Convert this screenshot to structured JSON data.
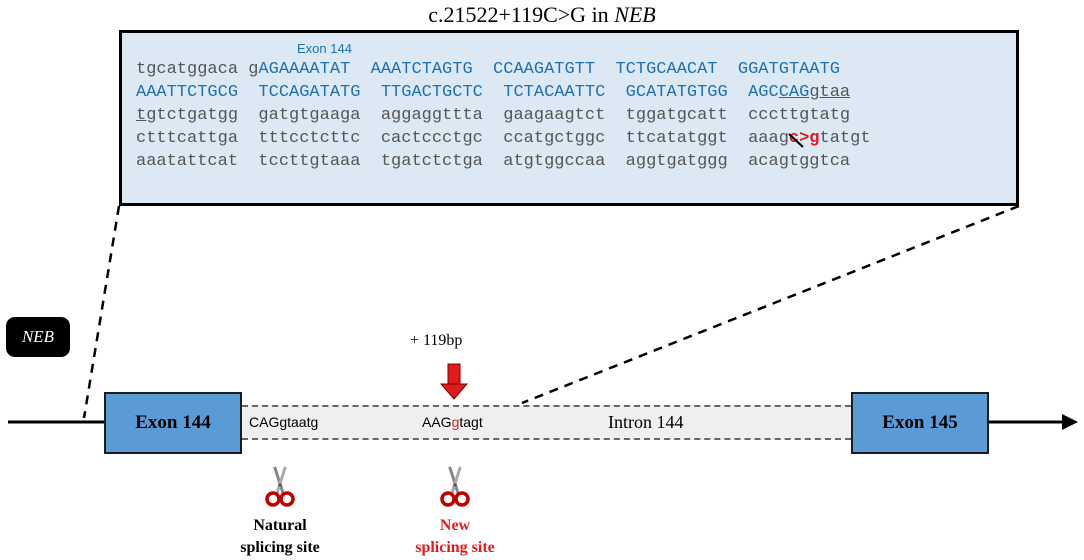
{
  "title": {
    "prefix": "c.21522+119C>G in",
    "gene": "NEB"
  },
  "sequence_box": {
    "exon_label": "Exon 144",
    "line1": {
      "grey": "tgcatggaca g",
      "blue": "AGAAAATAT  AAATCTAGTG  CCAAGATGTT  TCTGCAACAT  GGATGTAATG"
    },
    "line2": {
      "blue": "AAATTCTGCG  TCCAGATATG  TTGACTGCTC  TCTACAATTC  GCATATGTGG  AGC",
      "blue_underlined": "CAG",
      "grey_underlined": "gtaa"
    },
    "line3": {
      "grey_underlined": "tg",
      "grey": "tctgatgg  gatgtgaaga  aggaggttta  gaagaagtct  tggatgcatt  cccttgtatg"
    },
    "line4": {
      "grey": "ctttcattga  tttcctcttc  cactccctgc  ccatgctggc  ttcatatggt  aaag",
      "mutation": "c>g",
      "grey_after": "tatgt"
    },
    "line5": {
      "grey": "aaatattcat  tccttgtaaa  tgatctctga  atgtggccaa  aggtgatggg  acagtggtca"
    }
  },
  "gene_badge": "NEB",
  "diagram": {
    "exon_left": "Exon 144",
    "exon_right": "Exon 145",
    "intron_label": "Intron 144",
    "natural_site_seq": {
      "upper": "CAG",
      "lower": "gtaatg"
    },
    "new_site_seq": {
      "upper": "AAG",
      "mut": "g",
      "lower": "tagt"
    },
    "position_label": "+ 119bp"
  },
  "labels": {
    "natural": [
      "Natural",
      "splicing site"
    ],
    "new": [
      "New",
      "splicing site"
    ]
  },
  "colors": {
    "exon_fill": "#5b9bd5",
    "sequence_box_fill": "#dce9f5",
    "exon_sequence_text": "#1f6fb2",
    "mutation_red": "#e31a1c",
    "intron_fill": "#efefef"
  },
  "icons": [
    "scissors-icon",
    "down-arrow-icon",
    "right-arrow-icon"
  ]
}
